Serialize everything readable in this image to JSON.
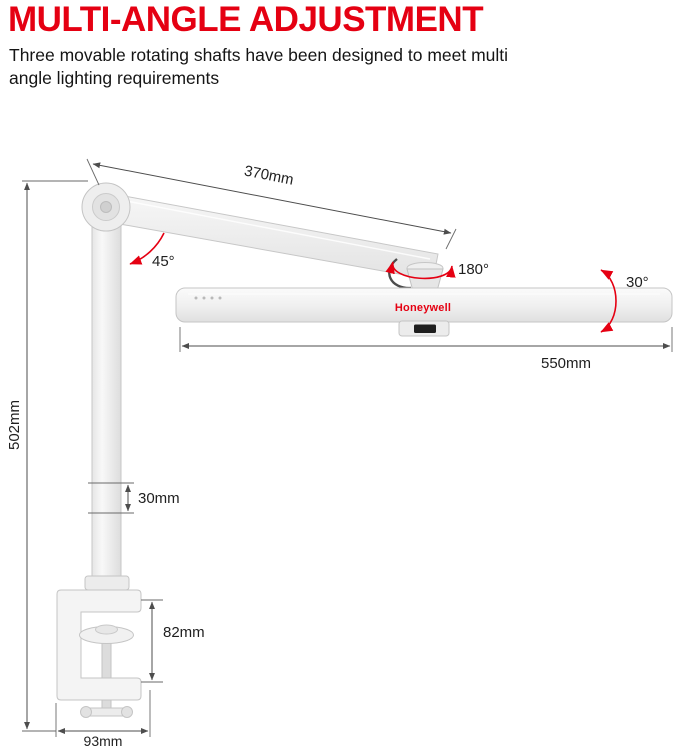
{
  "header": {
    "title": "MULTI-ANGLE ADJUSTMENT",
    "subtitle": "Three movable rotating shafts have been designed to meet multi angle lighting requirements"
  },
  "lamp": {
    "brand": "Honeywell"
  },
  "labels": {
    "arm_length": "370mm",
    "elbow_angle": "45°",
    "head_rotation": "180°",
    "head_tilt": "30°",
    "head_length": "550mm",
    "pole_height": "502mm",
    "pole_section": "30mm",
    "clamp_height": "82mm",
    "clamp_depth": "93mm"
  },
  "colors": {
    "accent_red": "#e50012",
    "text_dark": "#1f1f1f",
    "lamp_fill": "#f1f1f1",
    "lamp_stroke": "#c7c7c7",
    "dimension_line": "#4d4d4d"
  }
}
